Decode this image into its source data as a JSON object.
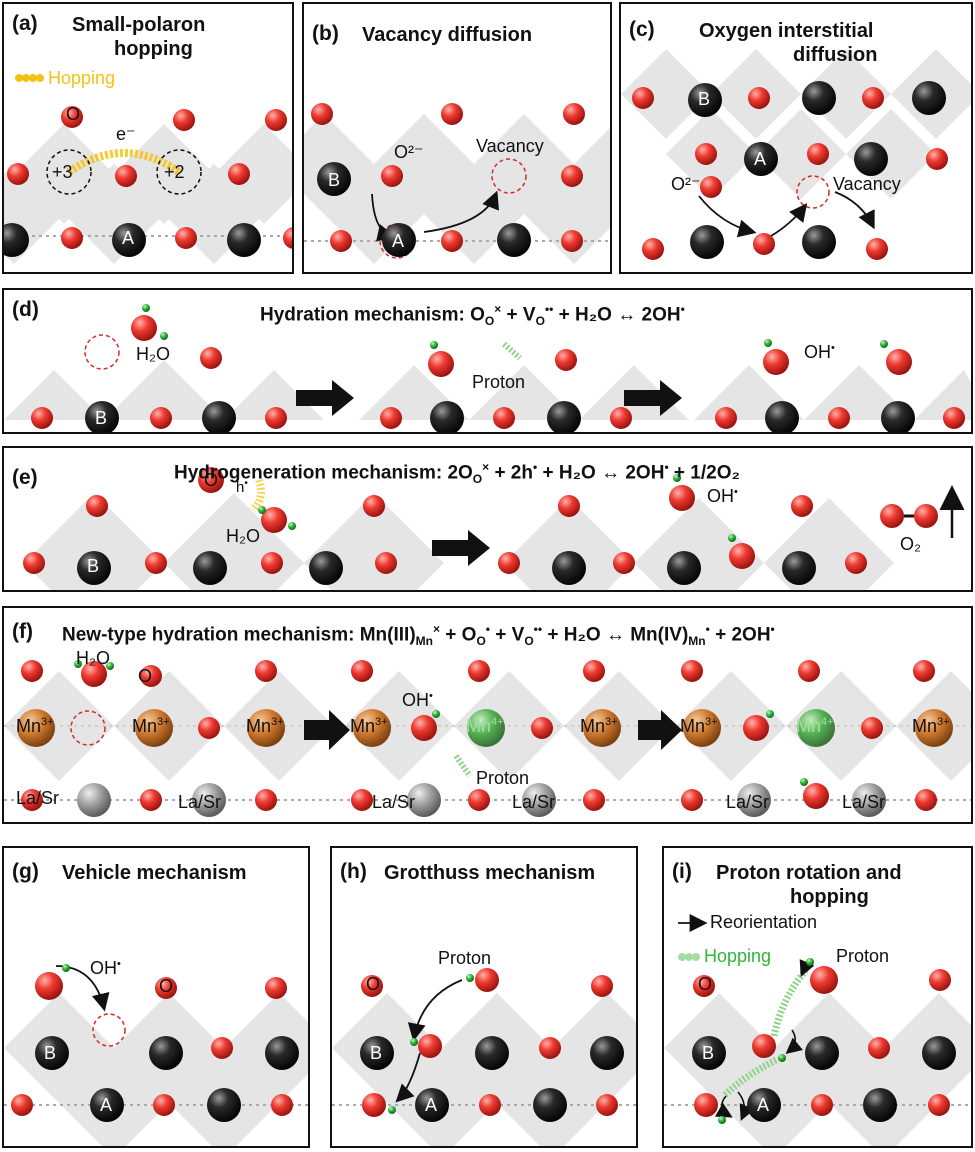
{
  "panels": {
    "a": {
      "letter": "(a)",
      "title_line1": "Small-polaron",
      "title_line2": "hopping",
      "legend_hopping": "Hopping",
      "atom_o": "O",
      "electron": "e⁻",
      "ox_left": "+3",
      "ox_right": "+2",
      "atom_a": "A"
    },
    "b": {
      "letter": "(b)",
      "title": "Vacancy diffusion",
      "oxide_ion": "O²⁻",
      "vacancy": "Vacancy",
      "atom_b": "B",
      "atom_a": "A"
    },
    "c": {
      "letter": "(c)",
      "title_line1": "Oxygen interstitial",
      "title_line2": "diffusion",
      "atom_b": "B",
      "atom_a": "A",
      "oxide_ion": "O²⁻",
      "vacancy": "Vacancy"
    },
    "d": {
      "letter": "(d)",
      "title_text": "Hydration mechanism: O",
      "title_eq_a": "O",
      "title_tail": "+ V",
      "title_tail2": "+ H₂O ↔ 2OH",
      "water": "H₂O",
      "atom_b": "B",
      "proton": "Proton",
      "hydroxyl": "OH"
    },
    "e": {
      "letter": "(e)",
      "title_eq": "Hydrogeneration mechanism: 2O",
      "title_tail": "+ 2h",
      "title_tail2": "+ H₂O ↔ 2OH",
      "title_tail3": "+ 1/2O₂",
      "atom_o": "O",
      "hole": "h",
      "water": "H₂O",
      "atom_b": "B",
      "hydroxyl": "OH",
      "oxygen_molecule": "O₂"
    },
    "f": {
      "letter": "(f)",
      "title_eq": "New-type hydration mechanism: Mn(III)",
      "title_p2": "+ O",
      "title_p3": "+ V",
      "title_p4": "+ H₂O ↔ Mn(IV)",
      "title_p5": "+ 2OH",
      "water": "H₂O",
      "atom_o": "O",
      "mn3": "Mn",
      "mn4": "Mn",
      "la_sr": "La/Sr",
      "hydroxyl": "OH",
      "proton": "Proton"
    },
    "g": {
      "letter": "(g)",
      "title": "Vehicle mechanism",
      "hydroxyl": "OH",
      "atom_o": "O",
      "atom_b": "B",
      "atom_a": "A"
    },
    "h": {
      "letter": "(h)",
      "title": "Grotthuss mechanism",
      "proton": "Proton",
      "atom_o": "O",
      "atom_b": "B",
      "atom_a": "A"
    },
    "i": {
      "letter": "(i)",
      "title_line1": "Proton rotation and",
      "title_line2": "hopping",
      "legend_reorientation": "Reorientation",
      "legend_hopping": "Hopping",
      "proton": "Proton",
      "atom_o": "O",
      "atom_b": "B",
      "atom_a": "A"
    }
  },
  "colors": {
    "oxygen": "#e8322c",
    "a_site": "#1a1a1a",
    "b_site": "#333333",
    "hydrogen": "#2fb53a",
    "mn3": "#c8742e",
    "mn4": "#3aa53a",
    "la_sr": "#9a9a9a",
    "hopping_yellow": "#f3c313",
    "hopping_green": "#8fd48a",
    "vacancy": "#d42a2a",
    "lattice": "#e3e3e3"
  },
  "icons": {
    "arrow": "arrow-icon",
    "big_arrow": "block-arrow-icon",
    "vacancy_marker": "vacancy-circle-icon"
  }
}
